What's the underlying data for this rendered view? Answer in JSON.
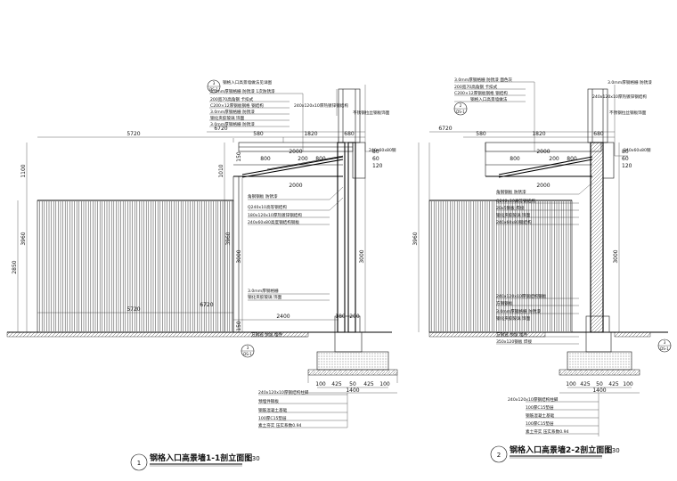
{
  "sheet": {
    "title_1": "钢格入口高景墙1-1剖立面图",
    "scale_1": "1:30",
    "number_1": "1",
    "title_2": "钢格入口高景墙2-2剖立面图",
    "scale_2": "1:30",
    "number_2": "2"
  },
  "section1": {
    "callout_top_num": "3",
    "callout_top_sheet": "DS-1",
    "callout_bottom_num": "3",
    "callout_bottom_sheet": "DS-1",
    "dims_top": [
      "6720",
      "5720",
      "580",
      "1820",
      "680"
    ],
    "dims_canopy": [
      "800",
      "2000",
      "200",
      "800",
      "2000"
    ],
    "dims_left": [
      "1100",
      "3960",
      "2850"
    ],
    "dims_mid": [
      "1010",
      "3960",
      "3000",
      "3000",
      "150",
      "150"
    ],
    "dims_right_top": [
      "80",
      "60",
      "120"
    ],
    "dims_bottom_ground": [
      "2400",
      "5720",
      "6720",
      "180",
      "200"
    ],
    "dims_found": [
      "100",
      "425",
      "50",
      "425",
      "100",
      "1400"
    ],
    "notes_top": [
      "钢格入口高景墙做法见详图",
      "3.0mm厚钢格栅 防锈漆 1次防锈漆",
      "200宽70高角钢 卡扣式",
      "C200×12厚钢板钢格 钢结构",
      "3.0mm厚钢格栅 防锈漆",
      "钢化夹胶玻璃 饰面",
      "3.0mm厚钢格栅 防锈漆",
      "240x120x10厚热镀锌钢结构"
    ],
    "notes_right": [
      "240x60x80钢",
      "不锈钢拉丝钢板饰面"
    ],
    "notes_mid": [
      "角钢钢板 防锈漆",
      "Q240x10高等钢结构",
      "180x120x10厚热镀锌钢结构",
      "240x60x80高度钢结构钢板"
    ],
    "notes_low": [
      "3.0mm厚钢格栅",
      "钢化夹胶玻璃 饰面"
    ],
    "note_ground": "方钢管 预留 埋件",
    "notes_found": [
      "240x120x10厚钢结构柱脚",
      "预埋件钢板",
      "钢筋混凝土基础",
      "100厚C15垫层",
      "素土夯实 压实系数0.94"
    ]
  },
  "section2": {
    "callout_top_num": "2",
    "callout_top_sheet": "DS-1",
    "callout_bottom_num": "3",
    "callout_bottom_sheet": "DS-1",
    "dims_top": [
      "6720",
      "580",
      "1820",
      "680"
    ],
    "dims_canopy": [
      "800",
      "2000",
      "200",
      "800",
      "2000"
    ],
    "dims_left": [
      "3960",
      "3000"
    ],
    "dims_right": [
      "80",
      "60",
      "120"
    ],
    "dims_found": [
      "100",
      "425",
      "50",
      "425",
      "100",
      "1400"
    ],
    "notes_top": [
      "3.0mm厚钢格栅 防锈漆 面色灰",
      "200宽70高角钢 卡扣式",
      "C200×12厚钢板钢格 钢结构",
      "钢格入口高景墙做法",
      "3.0mm厚钢格栅 防锈漆",
      "240x120x10厚热镀锌钢结构"
    ],
    "notes_right": [
      "240x60x80钢",
      "不锈钢拉丝钢板饰面"
    ],
    "notes_mid": [
      "角钢钢板 防锈漆",
      "Q240x10高等钢结构",
      "20x5钢板 焊接",
      "钢化夹胶玻璃 饰面",
      "240x60x80钢结构"
    ],
    "notes_low": [
      "240x120x10厚钢结构钢板",
      "方钢钢板",
      "3.0mm厚钢格栅 防锈漆",
      "钢化夹胶玻璃 饰面"
    ],
    "notes_ground": [
      "方钢管 预留 埋件",
      "350x120钢板 焊接"
    ],
    "notes_found": [
      "240x120x10厚钢结构柱脚",
      "100厚C15垫层",
      "钢筋混凝土基础",
      "100厚C15垫层",
      "素土夯实 压实系数0.94"
    ]
  }
}
